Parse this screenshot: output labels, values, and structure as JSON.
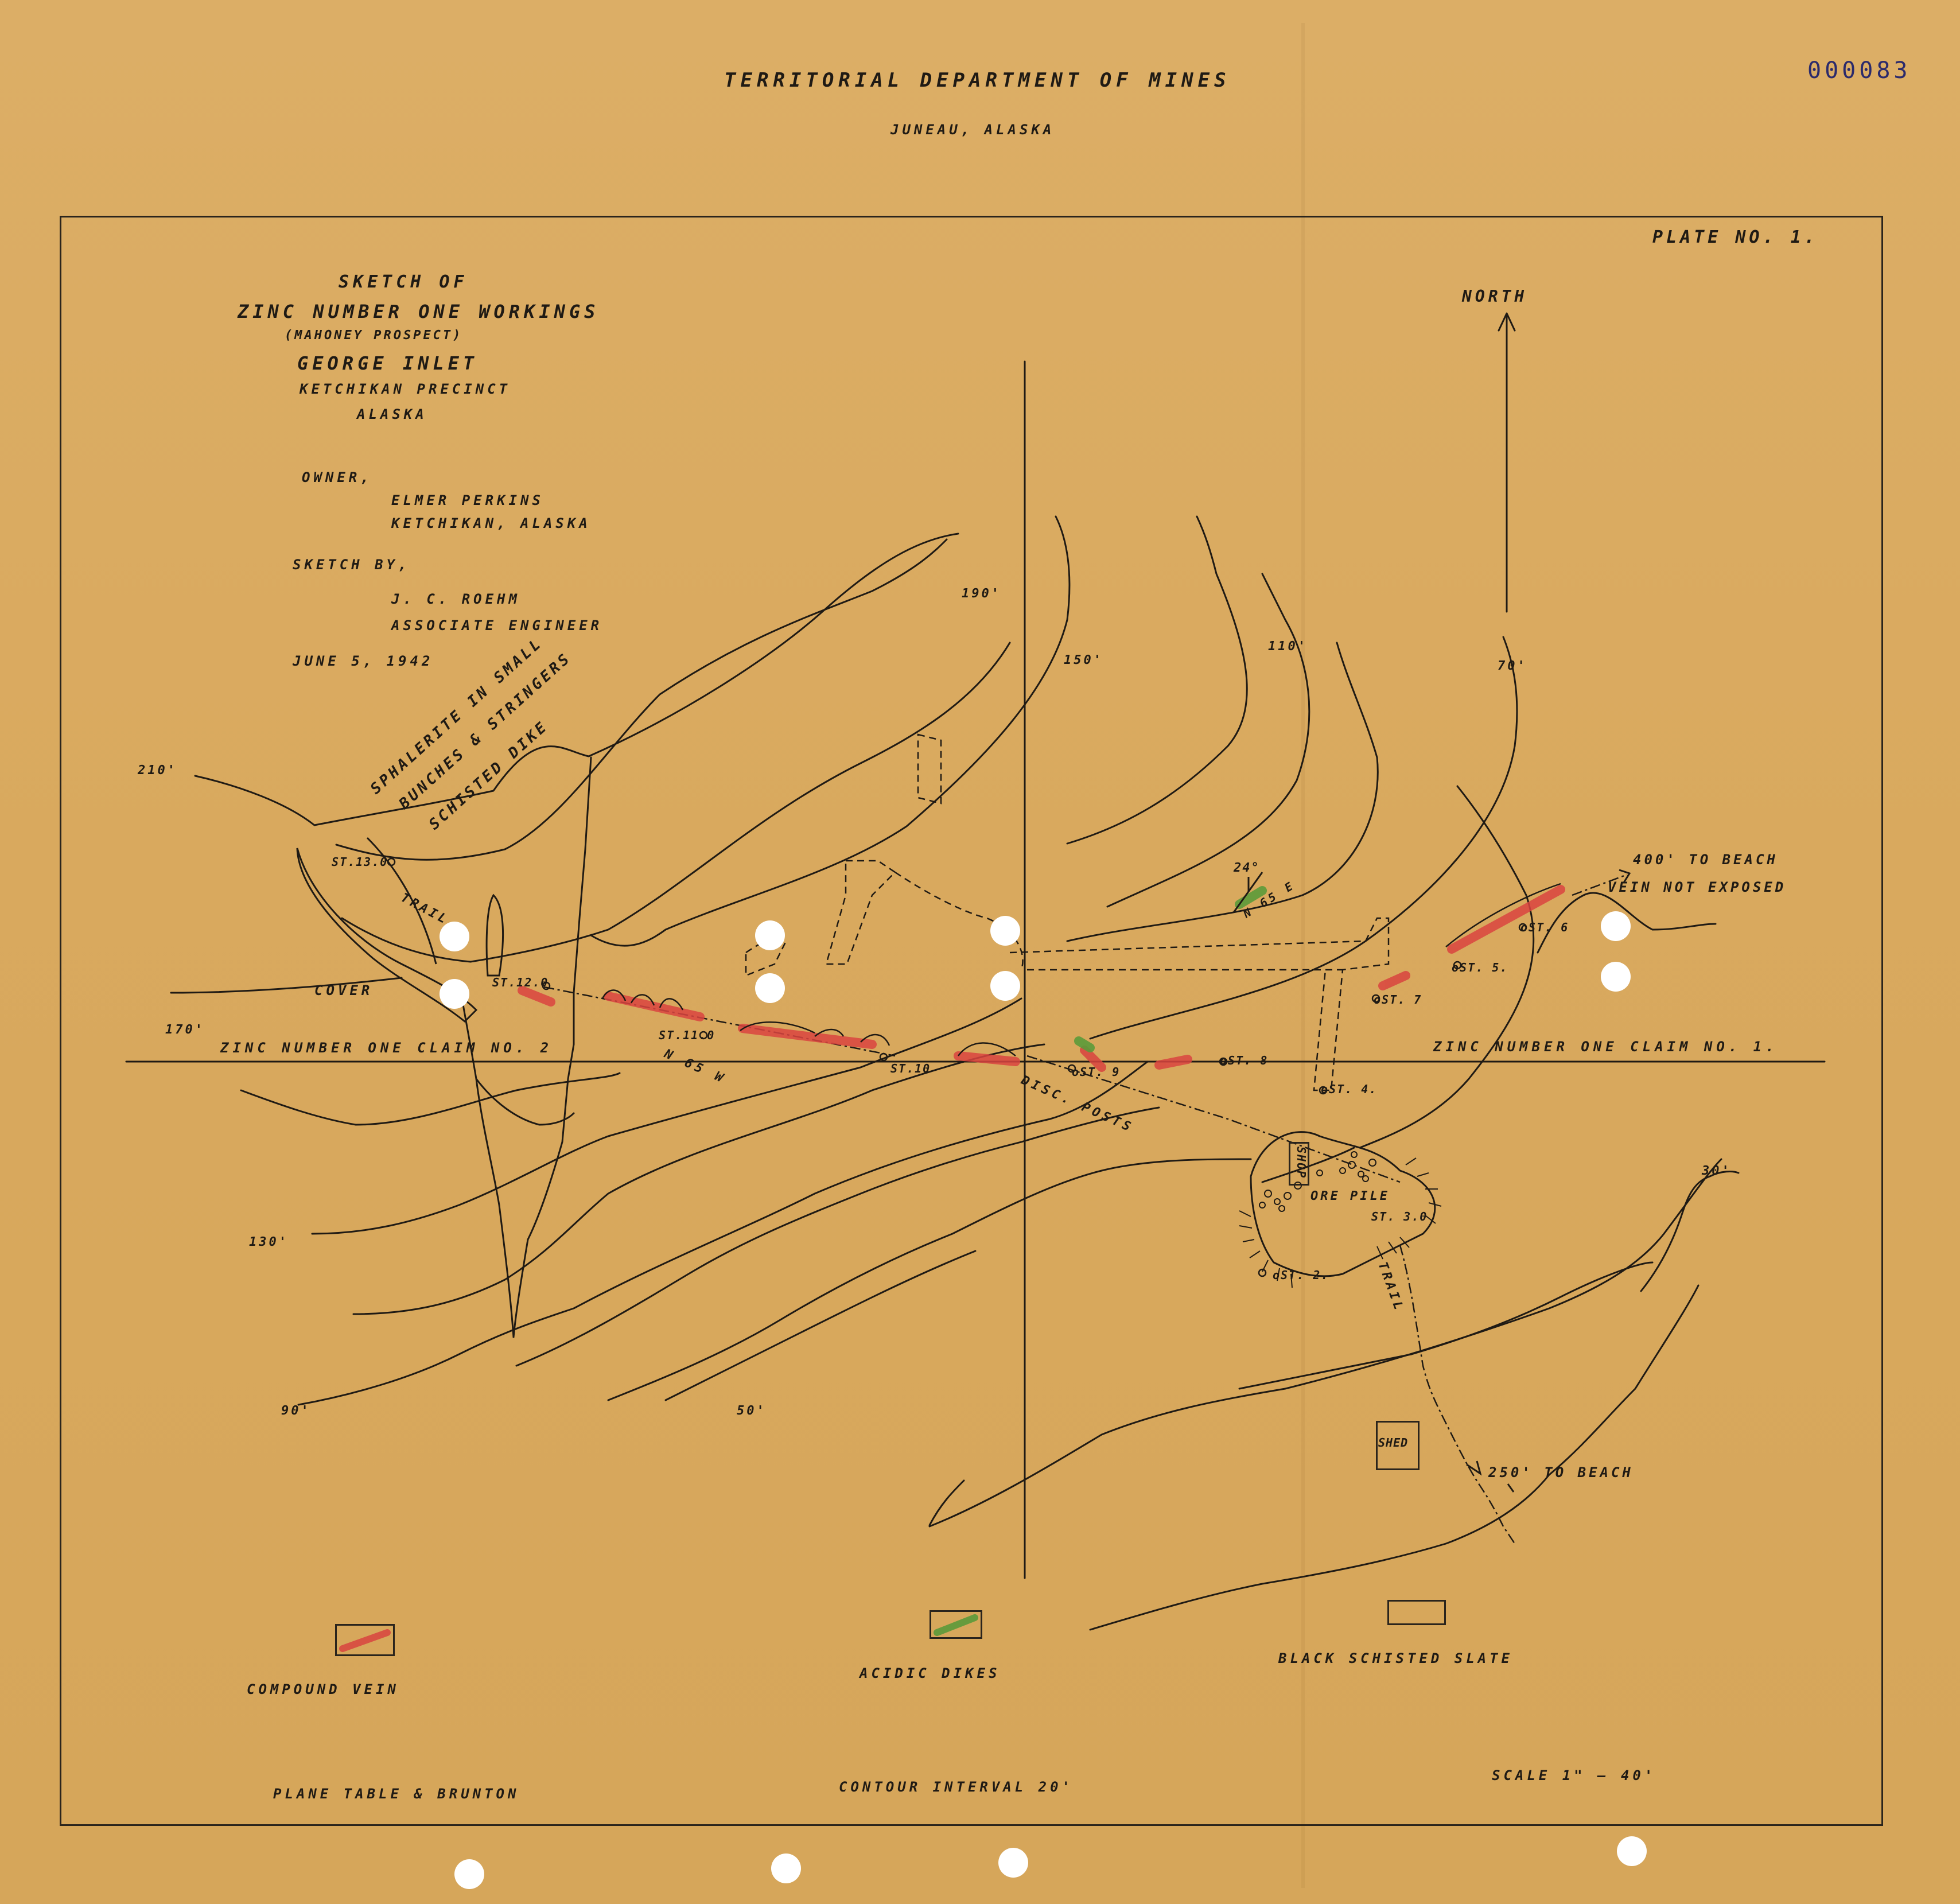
{
  "header": {
    "department": "TERRITORIAL DEPARTMENT OF MINES",
    "location": "JUNEAU, ALASKA",
    "doc_number": "000083",
    "plate": "PLATE NO. 1."
  },
  "title_block": {
    "line1": "SKETCH OF",
    "line2": "ZINC NUMBER ONE WORKINGS",
    "line3": "(MAHONEY PROSPECT)",
    "line4": "GEORGE INLET",
    "line5": "KETCHIKAN PRECINCT",
    "line6": "ALASKA",
    "owner_label": "OWNER,",
    "owner_name": "ELMER PERKINS",
    "owner_location": "KETCHIKAN, ALASKA",
    "sketch_by_label": "SKETCH BY,",
    "engineer_name": "J. C. ROEHM",
    "engineer_title": "ASSOCIATE ENGINEER",
    "date": "JUNE 5, 1942"
  },
  "north_label": "NORTH",
  "contour_labels": {
    "c210": "210'",
    "c190": "190'",
    "c170": "170'",
    "c150": "150'",
    "c130": "130'",
    "c110": "110'",
    "c90": "90'",
    "c70": "70'",
    "c50": "50'",
    "c30": "30'"
  },
  "map_labels": {
    "sphalerite1": "SPHALERITE IN SMALL",
    "sphalerite2": "BUNCHES & STRINGERS",
    "sphalerite3": "SCHISTED DIKE",
    "trail_nw": "TRAIL",
    "cover": "COVER",
    "st13": "ST.13.0",
    "st12": "ST.12.0",
    "st11": "ST.11.0",
    "st10": "ST.10",
    "st9": "oST. 9",
    "st8": "oST. 8",
    "st7": "oST. 7",
    "st6": "oST. 6",
    "st5": "oST. 5.",
    "st4": "oST. 4.",
    "st3": "ST. 3.0",
    "st2": "oST. 2.",
    "bearing_nw": "N 65 W",
    "disc_posts": "DISC. POSTS",
    "dike_dip": "24°",
    "dike_strike": "N 65 E",
    "beach_400": "400' TO BEACH",
    "vein_not_exposed": "VEIN NOT EXPOSED",
    "claim_no2": "ZINC NUMBER ONE CLAIM NO. 2",
    "claim_no1": "ZINC NUMBER ONE CLAIM NO. 1.",
    "shop": "SHOP",
    "ore_pile": "ORE PILE",
    "trail_se": "TRAIL",
    "shed": "SHED",
    "beach_250": "250' TO BEACH"
  },
  "legend": {
    "compound_vein": "COMPOUND VEIN",
    "acidic_dikes": "ACIDIC DIKES",
    "black_slate": "BLACK SCHISTED SLATE",
    "color_vein": "#d9443f",
    "color_dike": "#5b9a3a"
  },
  "footer": {
    "method": "PLANE TABLE & BRUNTON",
    "contour_interval": "CONTOUR INTERVAL 20'",
    "scale": "SCALE 1\" – 40'"
  },
  "colors": {
    "paper": "#d9a95e",
    "ink": "#1f1a14",
    "doc_number_ink": "#2b2a6b"
  }
}
